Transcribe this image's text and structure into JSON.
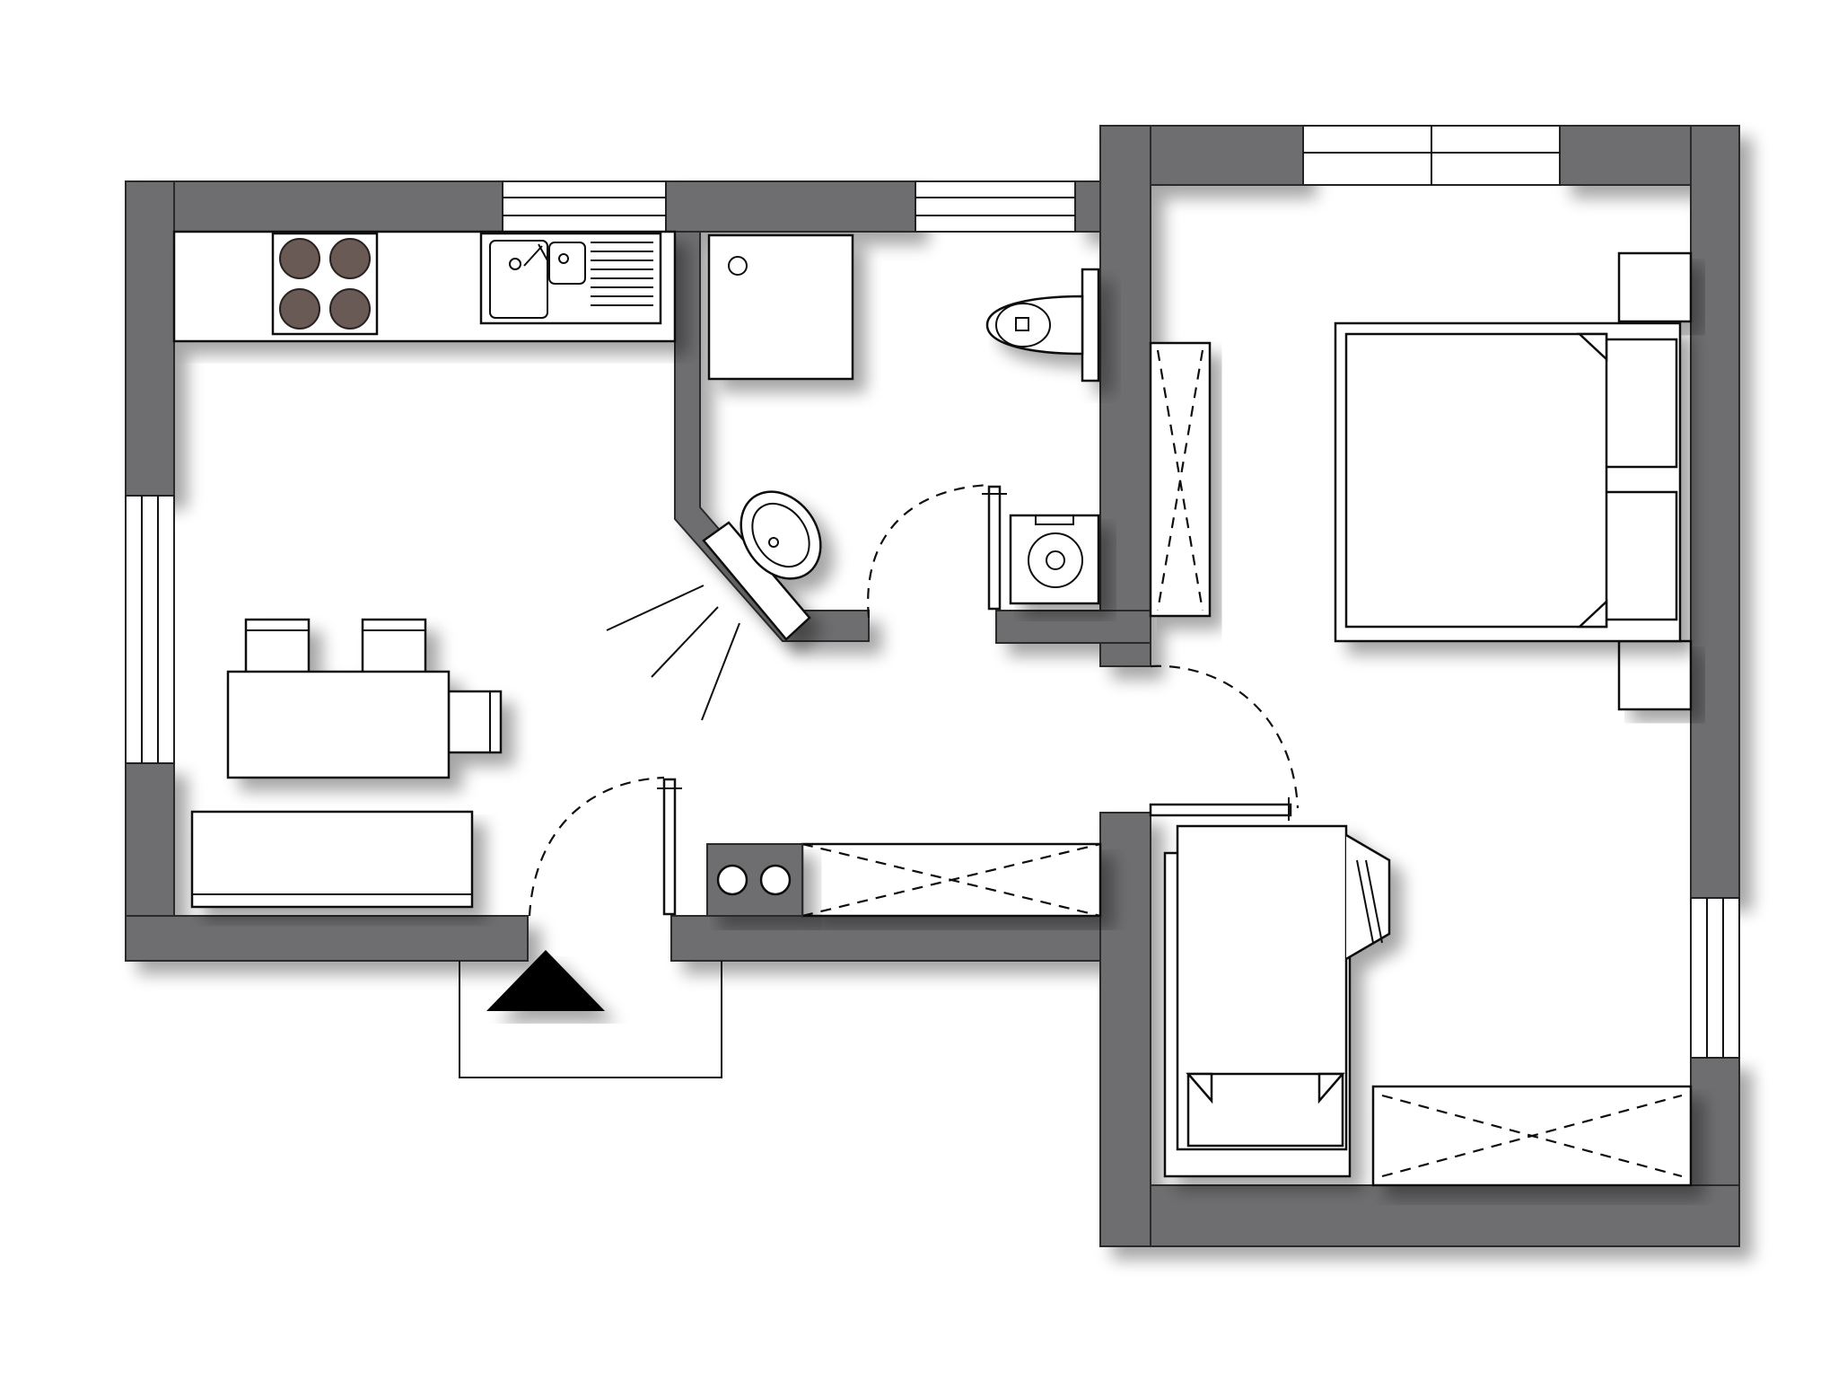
{
  "colors": {
    "wall": "#6e6e70",
    "outline": "#111111",
    "furniture": "#ffffff",
    "background": "#ffffff",
    "burner": "#6b5a55",
    "entrance_marker": "#000000"
  },
  "rooms": [
    {
      "name": "kitchen-dining",
      "items": [
        "stove",
        "sink",
        "dining-table",
        "chair",
        "chair",
        "chair",
        "sideboard"
      ]
    },
    {
      "name": "bathroom",
      "items": [
        "shower",
        "toilet",
        "washbasin",
        "washing-machine"
      ]
    },
    {
      "name": "hallway",
      "items": [
        "wardrobe",
        "shoe-cabinet"
      ]
    },
    {
      "name": "bedroom",
      "items": [
        "double-bed",
        "nightstand",
        "nightstand",
        "single-bed",
        "wardrobe",
        "wardrobe"
      ]
    }
  ],
  "entrance": {
    "symbol": "triangle-up"
  }
}
